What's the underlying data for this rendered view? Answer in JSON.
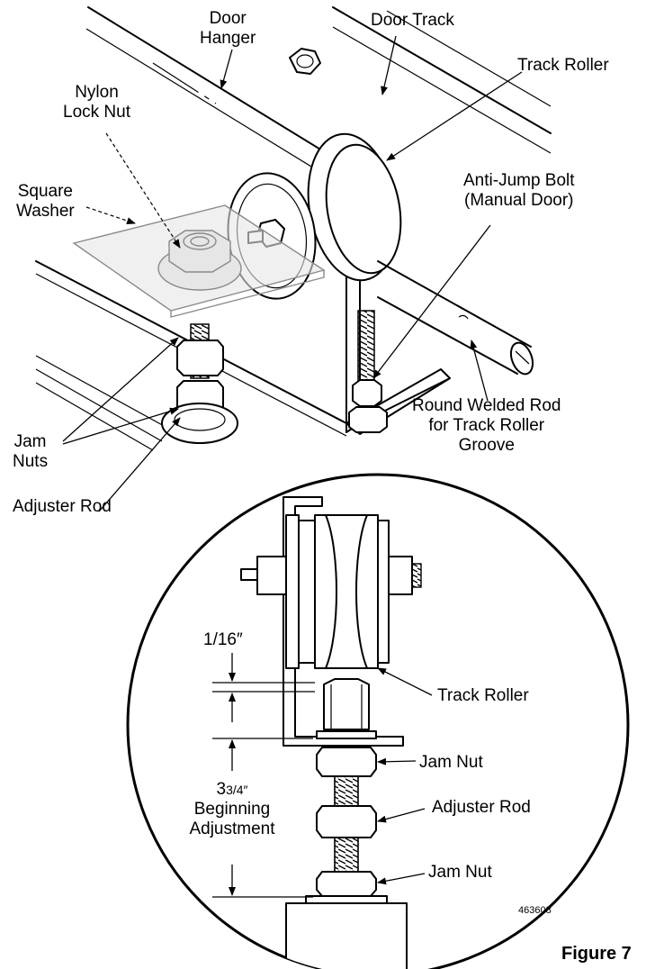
{
  "labels": {
    "door_hanger": "Door\nHanger",
    "door_track": "Door Track",
    "track_roller_top": "Track Roller",
    "nylon_lock_nut": "Nylon\nLock Nut",
    "square_washer": "Square\nWasher",
    "anti_jump_bolt": "Anti-Jump Bolt\n(Manual Door)",
    "round_welded_rod": "Round Welded Rod\nfor Track Roller\nGroove",
    "jam_nuts": "Jam\nNuts",
    "adjuster_rod_top": "Adjuster Rod",
    "track_roller_detail": "Track Roller",
    "jam_nut_upper": "Jam Nut",
    "adjuster_rod_detail": "Adjuster Rod",
    "jam_nut_lower": "Jam Nut",
    "dim_gap": "1/16″",
    "dim_adjust_value": "3",
    "dim_adjust_fraction": "3/4″",
    "dim_adjust_caption": "Beginning\nAdjustment",
    "part_number": "463608",
    "figure_caption": "Figure 7"
  }
}
